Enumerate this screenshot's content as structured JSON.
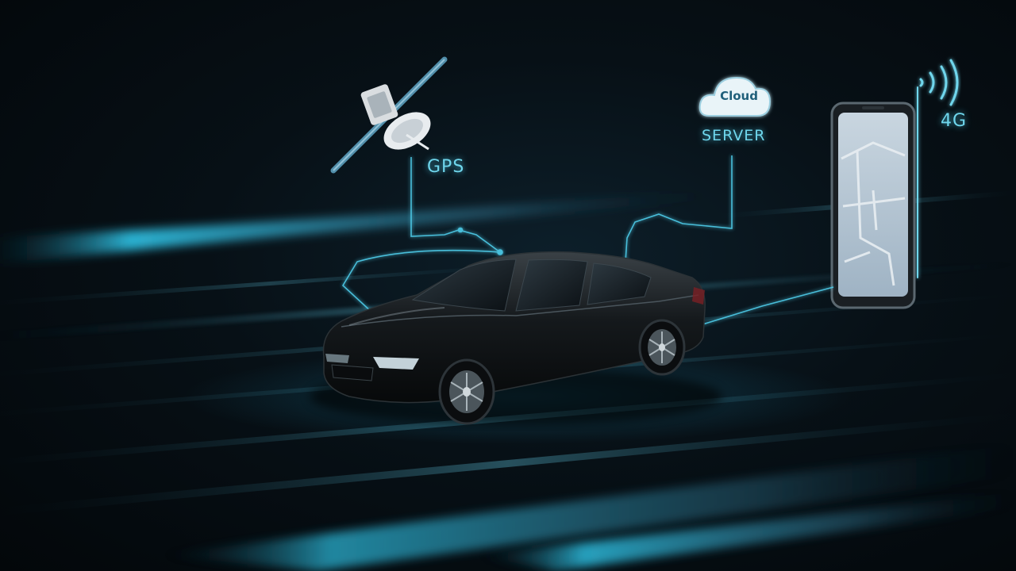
{
  "labels": {
    "gps": "GPS",
    "server": "SERVER",
    "cloud": "Cloud",
    "network": "4G"
  },
  "colors": {
    "background": "#05090d",
    "accent": "#6fd6ec",
    "car_body": "#111417"
  },
  "icons": [
    "satellite-icon",
    "cloud-icon",
    "signal-icon",
    "smartphone-icon"
  ]
}
